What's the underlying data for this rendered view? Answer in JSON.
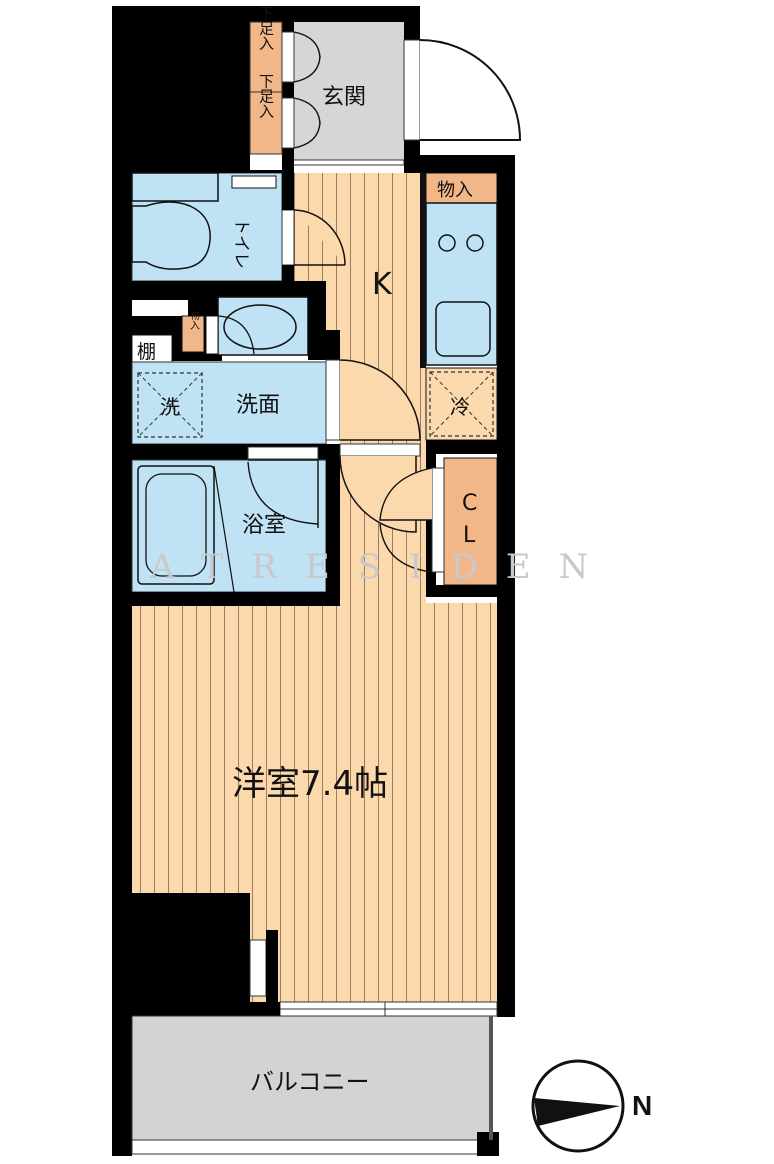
{
  "rooms": {
    "entrance": "玄関",
    "shoe_cabinet_1": "下足入",
    "shoe_cabinet_2": "下足入",
    "toilet": "トイレ",
    "kitchen": "K",
    "kitchen_storage": "物入",
    "refrigerator": "冷",
    "small_storage": "物入",
    "shelf": "棚",
    "washer": "洗",
    "washroom": "洗面",
    "bathroom": "浴室",
    "closet": "CL",
    "main_room": "洋室7.4帖",
    "balcony": "バルコニー"
  },
  "compass": {
    "north_label": "N"
  },
  "watermark": "ATRESIDEN",
  "colors": {
    "wall": "#000000",
    "floor_wood": "#fbd9ad",
    "floor_lines": "#9c7d5c",
    "wet_area": "#bfe2f5",
    "storage": "#f2b789",
    "entrance": "#d6d6d6",
    "balcony": "#d3d3d3"
  }
}
